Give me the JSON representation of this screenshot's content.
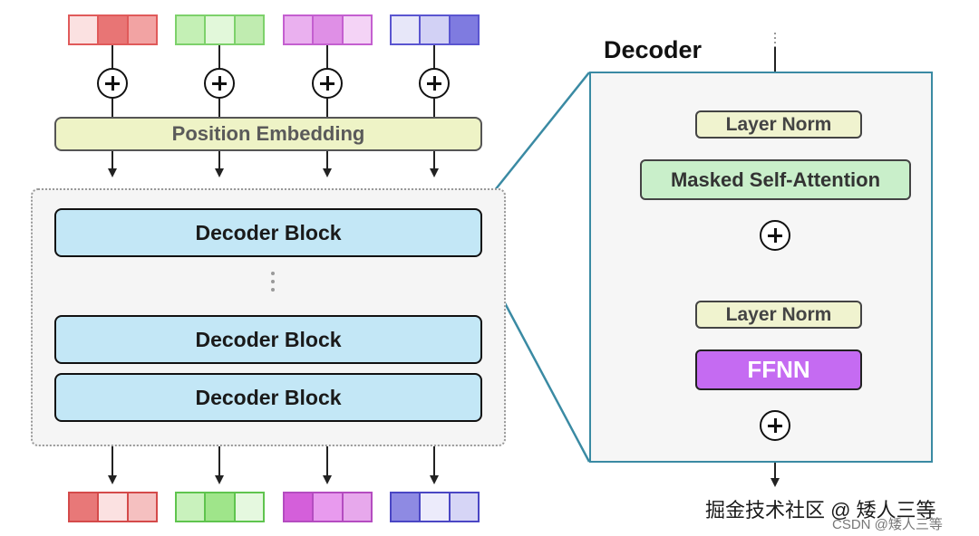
{
  "input_tokens": [
    {
      "border": "#e05a5a",
      "colors": [
        "#fbe1e1",
        "#e87575",
        "#f2a3a3"
      ]
    },
    {
      "border": "#7dd16b",
      "colors": [
        "#c4f0b5",
        "#e2f8da",
        "#c0ecb0"
      ]
    },
    {
      "border": "#c45fd0",
      "colors": [
        "#eab0ef",
        "#df8fe6",
        "#f4d3f6"
      ]
    },
    {
      "border": "#5a55d0",
      "colors": [
        "#e7e7f9",
        "#d2d1f5",
        "#7f7be0"
      ]
    }
  ],
  "output_tokens": [
    {
      "border": "#d44a4a",
      "colors": [
        "#e87878",
        "#fbe1e1",
        "#f5c0c0"
      ]
    },
    {
      "border": "#5fc44e",
      "colors": [
        "#c9f2bd",
        "#9fe58a",
        "#e5f8df"
      ]
    },
    {
      "border": "#b44cc0",
      "colors": [
        "#d45fda",
        "#e89aee",
        "#e7a8ec"
      ]
    },
    {
      "border": "#4a46c4",
      "colors": [
        "#8e8ae3",
        "#ecebfb",
        "#d6d5f6"
      ]
    }
  ],
  "position_embedding": {
    "label": "Position Embedding"
  },
  "decoder_blocks": [
    "Decoder Block",
    "Decoder Block",
    "Decoder Block"
  ],
  "decoder_detail": {
    "title": "Decoder",
    "layer_norm_1": "Layer Norm",
    "masked_attention": "Masked Self-Attention",
    "layer_norm_2": "Layer Norm",
    "ffnn": "FFNN"
  },
  "watermark": {
    "main": "掘金技术社区 @ 矮人三等",
    "small": "CSDN @矮人三等"
  },
  "colors": {
    "panel_border": "#3a8aa3",
    "decoder_block_fill": "#c3e7f6",
    "ffnn_fill": "#c56bf2",
    "attention_fill": "#c9efca",
    "norm_fill": "#f0f3cf"
  }
}
